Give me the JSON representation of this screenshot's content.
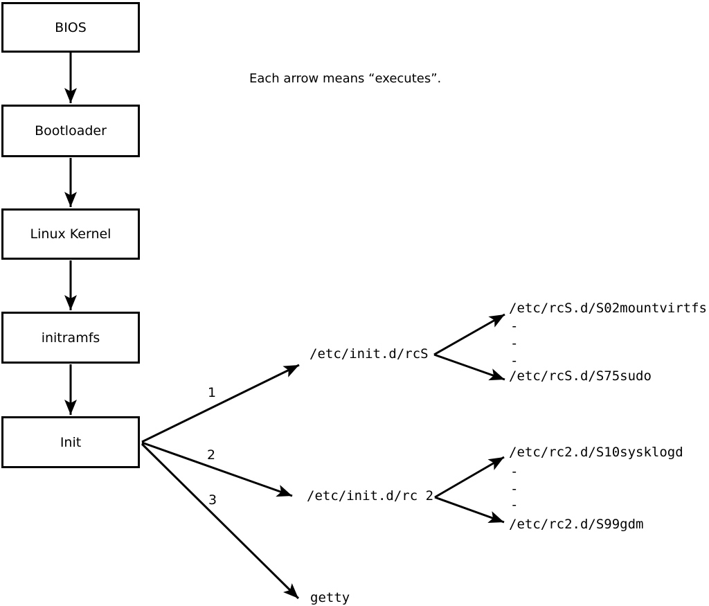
{
  "note": "Each arrow means “executes”.",
  "colors": {
    "ink": "#000000",
    "background": "#ffffff"
  },
  "chain": [
    {
      "label": "BIOS"
    },
    {
      "label": "Bootloader"
    },
    {
      "label": "Linux Kernel"
    },
    {
      "label": "initramfs"
    },
    {
      "label": "Init"
    }
  ],
  "branches": [
    {
      "order": "1",
      "target": "/etc/init.d/rcS"
    },
    {
      "order": "2",
      "target": "/etc/init.d/rc 2"
    },
    {
      "order": "3",
      "target": "getty"
    }
  ],
  "rcS_list": {
    "first": "/etc/rcS.d/S02mountvirtfs",
    "dots": [
      "-",
      "-",
      "-"
    ],
    "last": "/etc/rcS.d/S75sudo"
  },
  "rc2_list": {
    "first": "/etc/rc2.d/S10sysklogd",
    "dots": [
      "-",
      "-",
      "-"
    ],
    "last": "/etc/rc2.d/S99gdm"
  }
}
